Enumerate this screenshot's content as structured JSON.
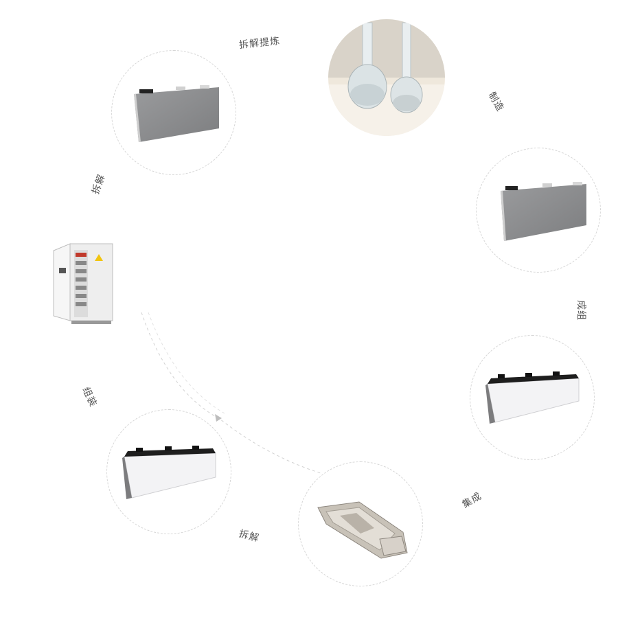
{
  "diagram": {
    "steps": [
      {
        "id": "refine",
        "label": "拆解提炼",
        "image": "battery-cell-image"
      },
      {
        "id": "manufacture",
        "label": "制造",
        "image": "electrolyte-flask-image"
      },
      {
        "id": "assemble-group",
        "label": "成组",
        "image": "battery-cell-image"
      },
      {
        "id": "integrate",
        "label": "集成",
        "image": "battery-module-image"
      },
      {
        "id": "disassemble-pack",
        "label": "拆解",
        "image": "vehicle-battery-tray-image"
      },
      {
        "id": "assemble",
        "label": "组装",
        "image": "battery-module-image"
      },
      {
        "id": "disassemble-cabinet",
        "label": "拆解",
        "image": "energy-storage-cabinet-image"
      }
    ],
    "labels": {
      "refine": "拆解提炼",
      "manufacture": "制造",
      "group": "成组",
      "integrate": "集成",
      "disassemble_bottom": "拆解",
      "assemble": "组装",
      "disassemble_left": "拆解"
    },
    "colors": {
      "dashed_circle": "#d6d6d6",
      "label_text": "#555555",
      "cell_gray": "#8f9092",
      "module_white": "#f4f4f6",
      "module_black": "#1e1e1e"
    }
  }
}
